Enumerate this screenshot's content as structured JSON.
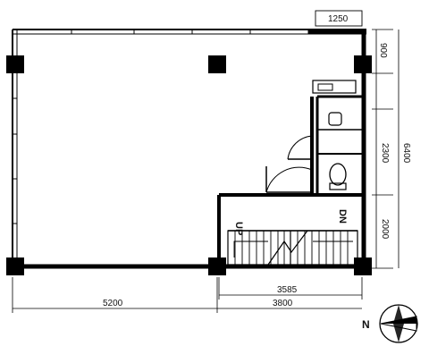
{
  "plan": {
    "labels": {
      "up": "UP",
      "dn": "DN",
      "compass_n": "N"
    },
    "dimensions": {
      "top_1250": "1250",
      "right_900": "900",
      "right_2300": "2300",
      "right_2000": "2000",
      "right_6400": "6400",
      "bottom_3585": "3585",
      "bottom_5200": "5200",
      "bottom_3800": "3800"
    }
  }
}
